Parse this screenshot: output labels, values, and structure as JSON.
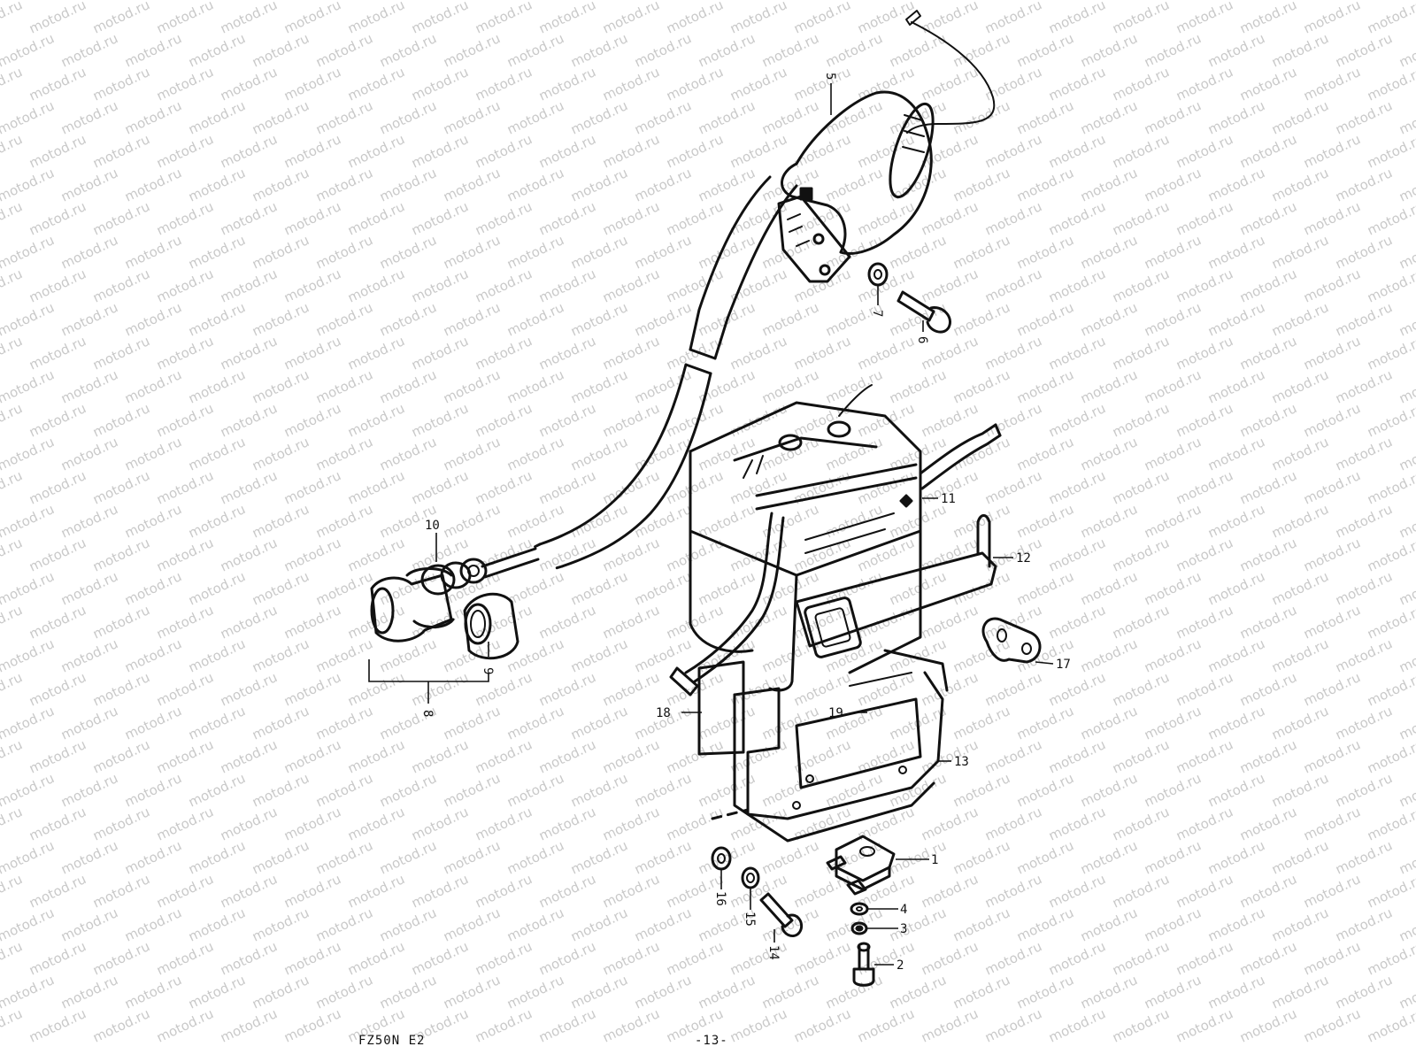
{
  "watermark": {
    "text": "motod.ru",
    "color": "#c9c9c9"
  },
  "callouts": [
    "1",
    "2",
    "3",
    "4",
    "5",
    "6",
    "7",
    "8",
    "9",
    "10",
    "11",
    "12",
    "13",
    "14",
    "15",
    "16",
    "17",
    "18",
    "19"
  ],
  "footer": {
    "model_code": "FZ50N E2",
    "page_number": "-13-"
  },
  "colors": {
    "ink": "#111111",
    "paper": "#ffffff"
  }
}
